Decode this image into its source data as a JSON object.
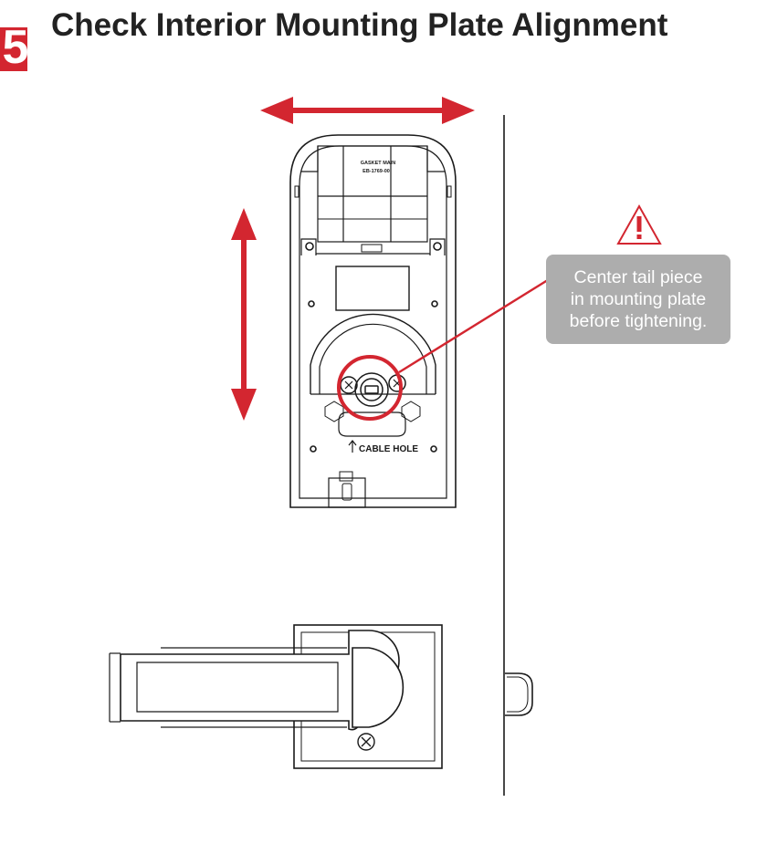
{
  "step": {
    "number": "5"
  },
  "title": "Check Interior Mounting Plate Alignment",
  "plate_labels": {
    "gasket_line1": "GASKET MAIN",
    "gasket_line2": "EB-1769-00",
    "cable_hole": "CABLE HOLE"
  },
  "callout": {
    "text_line1": "Center tail piece",
    "text_line2": "in mounting plate",
    "text_line3": "before tightening."
  },
  "colors": {
    "accent_red": "#d32630",
    "callout_gray": "#adadad",
    "line_dark": "#1a1a1a"
  },
  "icons": [
    "warning-triangle-icon",
    "horizontal-double-arrow",
    "vertical-double-arrow"
  ]
}
